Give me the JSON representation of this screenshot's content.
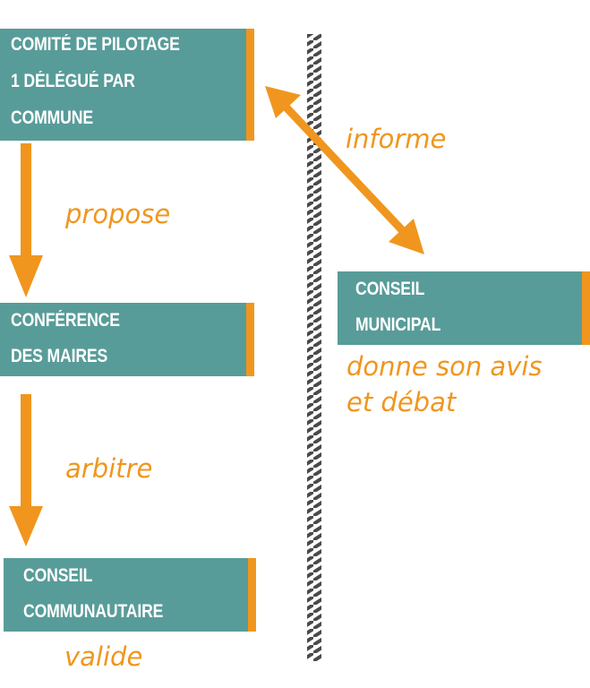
{
  "boxes": {
    "comite": {
      "lines": [
        "COMITÉ DE PILOTAGE",
        "1 DÉLÉGUÉ PAR",
        "COMMUNE"
      ]
    },
    "conference": {
      "lines": [
        "CONFÉRENCE",
        "DES MAIRES"
      ]
    },
    "conseil_communautaire": {
      "lines": [
        "CONSEIL",
        "COMMUNAUTAIRE"
      ]
    },
    "conseil_municipal": {
      "lines": [
        "CONSEIL",
        "MUNICIPAL"
      ]
    }
  },
  "verbs": {
    "propose": "propose",
    "arbitre": "arbitre",
    "valide": "valide",
    "informe": "informe",
    "donne_avis_line1": "donne son avis",
    "donne_avis_line2": "et débat"
  },
  "colors": {
    "box_fill": "#589c99",
    "accent": "#f0961e",
    "divider": "#4a4a4a",
    "text_on_box": "#ffffff"
  }
}
